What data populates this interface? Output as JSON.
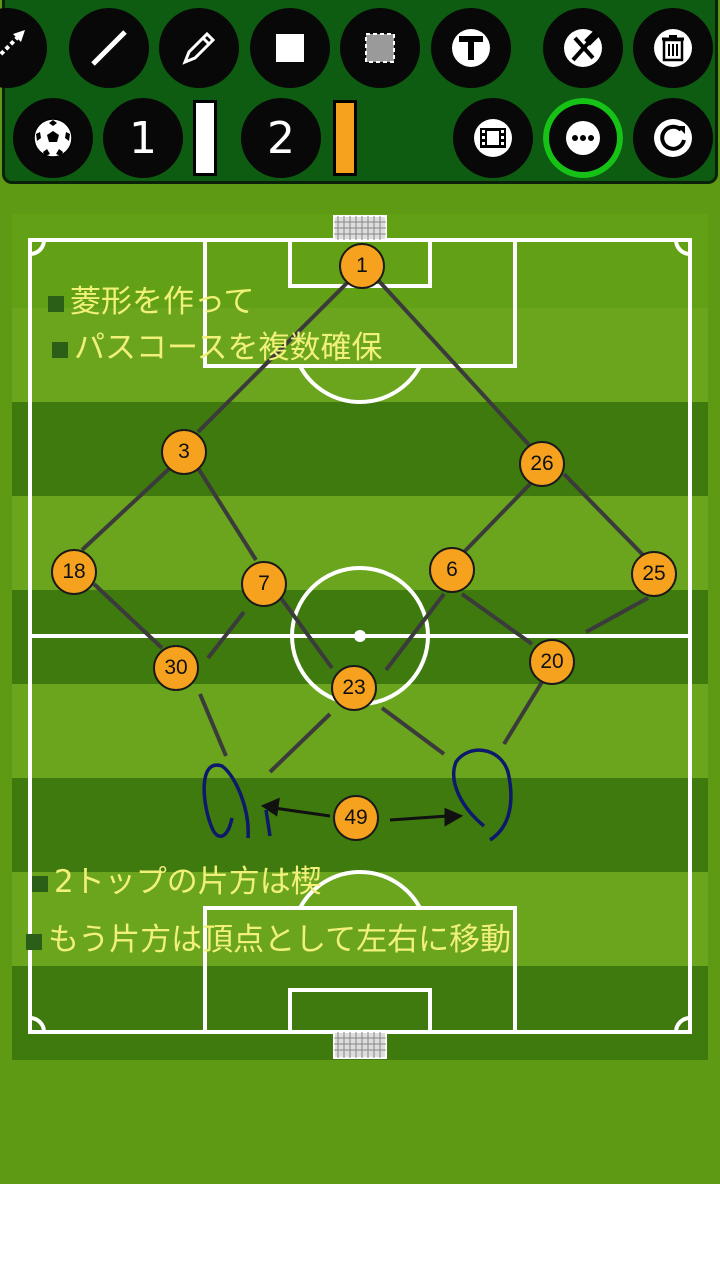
{
  "toolbar": {
    "row1": [
      {
        "icon": "resize-arrow-icon"
      },
      {
        "icon": "line-tool-icon"
      },
      {
        "icon": "pencil-icon"
      },
      {
        "icon": "filled-square-icon"
      },
      {
        "icon": "dashed-square-icon"
      },
      {
        "icon": "text-tool-icon"
      },
      {
        "icon": "tools-icon"
      },
      {
        "icon": "trash-icon"
      }
    ],
    "row2": [
      {
        "icon": "soccer-ball-icon"
      },
      {
        "label": "1"
      },
      {
        "swatch_color": "#ffffff"
      },
      {
        "label": "2"
      },
      {
        "swatch_color": "#f7a21e"
      },
      {
        "icon": "film-icon"
      },
      {
        "icon": "more-icon"
      },
      {
        "icon": "rotate-icon"
      }
    ]
  },
  "notes": {
    "n1": "菱形を作って",
    "n2": "パスコースを複数確保",
    "n3": "2トップの片方は楔",
    "n4": "もう片方は頂点として左右に移動"
  },
  "players": {
    "p1": "1",
    "p3": "3",
    "p26": "26",
    "p18": "18",
    "p7": "7",
    "p6": "6",
    "p25": "25",
    "p30": "30",
    "p23": "23",
    "p20": "20",
    "p49": "49"
  },
  "colors": {
    "player_fill": "#f7a21e",
    "note_text": "#f1f17a",
    "selected_ring": "#17c217"
  }
}
